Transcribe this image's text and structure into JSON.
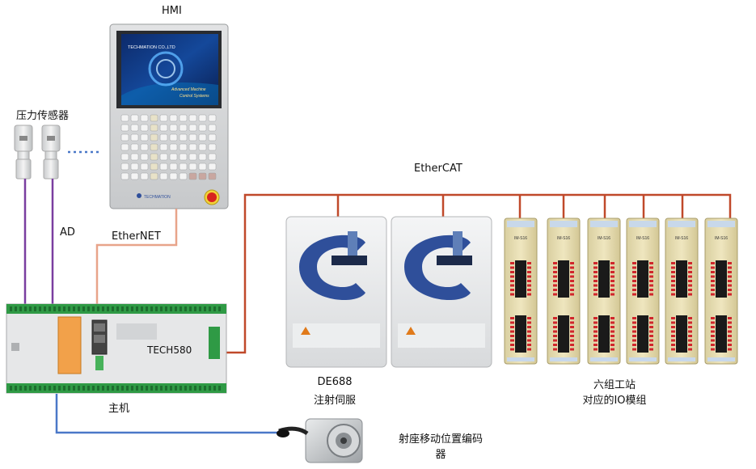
{
  "labels": {
    "hmi": "HMI",
    "pressure_sensor": "压力传感器",
    "ad": "AD",
    "ethernet": "EtherNET",
    "ethercat": "EtherCAT",
    "controller_model": "TECH580",
    "host": "主机",
    "servo_line1": "DE688",
    "servo_line2": "注射伺服",
    "io_line1": "六组工站",
    "io_line2": "对应的IO模组",
    "encoder_line1": "射座移动位置编码",
    "encoder_line2": "器"
  },
  "hmi_screen": {
    "brand": "TECHMATION CO.,LTD",
    "slogan_line1": "Advanced Machine",
    "slogan_line2": "Control Systems",
    "footer_logo": "TECHMATION"
  },
  "io_module": {
    "tag": "IM-S16"
  },
  "colors": {
    "ethercat_wire": "#c0492a",
    "ethernet_wire": "#e8a48a",
    "ad_wire": "#7a3ea0",
    "encoder_wire": "#4a78c8",
    "dotted_link": "#4a78c8",
    "module_green": "#33a84a",
    "drive_blue": "#2f4f9a"
  },
  "counts": {
    "io_modules": 6,
    "servo_drives": 2
  }
}
